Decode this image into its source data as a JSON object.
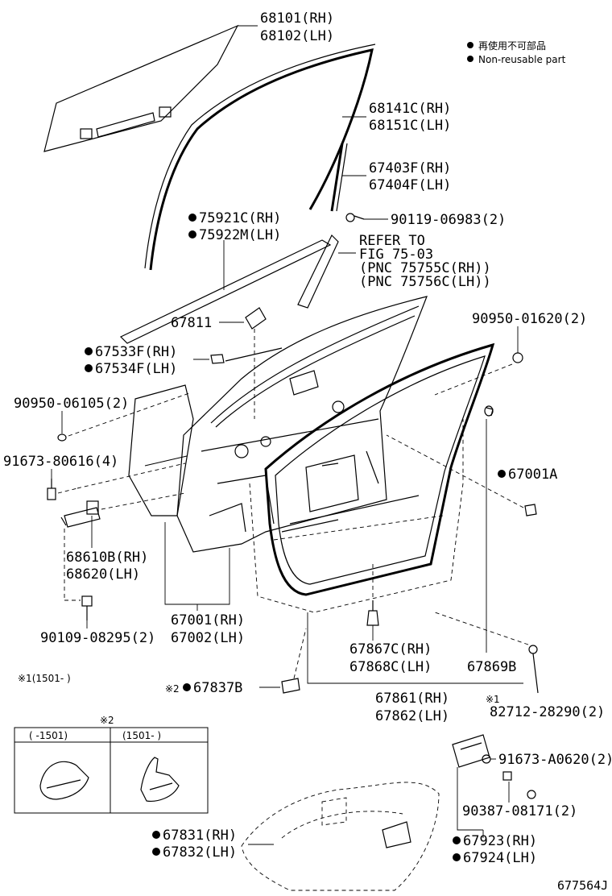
{
  "legend": {
    "line1": "再使用不可部品",
    "line2": "Non-reusable part"
  },
  "labels": {
    "glass_rh": "68101(RH)",
    "glass_lh": "68102(LH)",
    "run_rh": "68141C(RH)",
    "run_lh": "68151C(LH)",
    "div_rh": "67403F(RH)",
    "div_lh": "67404F(LH)",
    "bolt_06983": "90119-06983(2)",
    "strip_rh": "75921C(RH)",
    "strip_lh": "75922M(LH)",
    "refer1": "REFER TO",
    "refer2": "FIG 75-03",
    "refer3": "(PNC 75755C(RH))",
    "refer4": "(PNC 75756C(LH))",
    "cushion": "67811",
    "clip_01620": "90950-01620(2)",
    "mould_rh": "67533F(RH)",
    "mould_lh": "67534F(LH)",
    "clip_06105": "90950-06105(2)",
    "bolt_80616": "91673-80616(4)",
    "seal_a": "67001A",
    "hinge_rh": "68610B(RH)",
    "hinge_lh": "68620(LH)",
    "door_rh": "67001(RH)",
    "door_lh": "67002(LH)",
    "bolt_08295": "90109-08295(2)",
    "ws_rh": "67867C(RH)",
    "ws_lh": "67868C(LH)",
    "ws_b": "67869B",
    "note1": "※1(1501-       )",
    "note2_mark": "※2",
    "part_67837": "67837B",
    "main_ws_rh": "67861(RH)",
    "main_ws_lh": "67862(LH)",
    "note1_mark": "※1",
    "sensor": "82712-28290(2)",
    "table_title": "※2",
    "table_col1": "(     -1501)",
    "table_col2": "(1501-      )",
    "bolt_a0620": "91673-A0620(2)",
    "screw_08171": "90387-08171(2)",
    "hole_rh": "67831(RH)",
    "hole_lh": "67832(LH)",
    "handle_rh": "67923(RH)",
    "handle_lh": "67924(LH)",
    "fig_id": "677564J"
  }
}
